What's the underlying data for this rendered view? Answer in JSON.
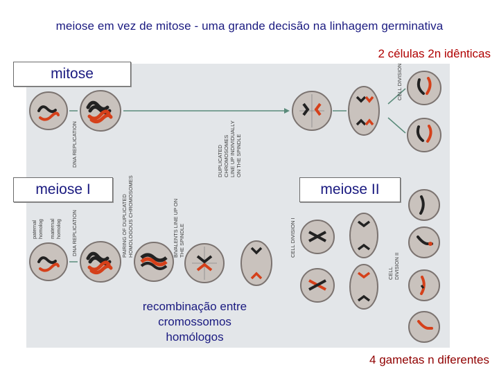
{
  "title": "meiose em vez de mitose - uma grande decisão na linhagem germinativa",
  "label_top_right": "2 células 2n idênticas",
  "label_bottom_right": "4 gametas n diferentes",
  "box_mitose": "mitose",
  "box_meiose1": "meiose I",
  "box_meiose2": "meiose II",
  "recombination": [
    "recombinação entre",
    "cromossomos",
    "homólogos"
  ],
  "figure_labels": {
    "dna_replication_1": "DNA REPLICATION",
    "dna_replication_2": "DNA REPLICATION",
    "duplicated_chromosomes": [
      "DUPLICATED",
      "CHROMOSOMES",
      "LINE UP INDIVIDUALLY",
      "ON THE SPINDLE"
    ],
    "pairing": [
      "PAIRING OF DUPLICATED",
      "HOMOLOGOUS CHROMOSOMES"
    ],
    "bivalents": [
      "BIVALENTS LINE UP ON",
      "THE SPINDLE"
    ],
    "cell_division_top": "CELL DIVISION",
    "cell_division_1": "CELL DIVISION I",
    "cell_division_2": [
      "CELL",
      "DIVISION II"
    ],
    "paternal": [
      "paternal",
      "homolog"
    ],
    "maternal": [
      "maternal",
      "homolog"
    ]
  },
  "colors": {
    "figure_bg": "#e3e6e9",
    "cell_fill": "#c9c2bd",
    "cell_border": "#7b7370",
    "paternal_chromosome": "#222222",
    "maternal_chromosome": "#d5401a",
    "title_text": "#1a1a80",
    "red_text": "#b00000"
  }
}
